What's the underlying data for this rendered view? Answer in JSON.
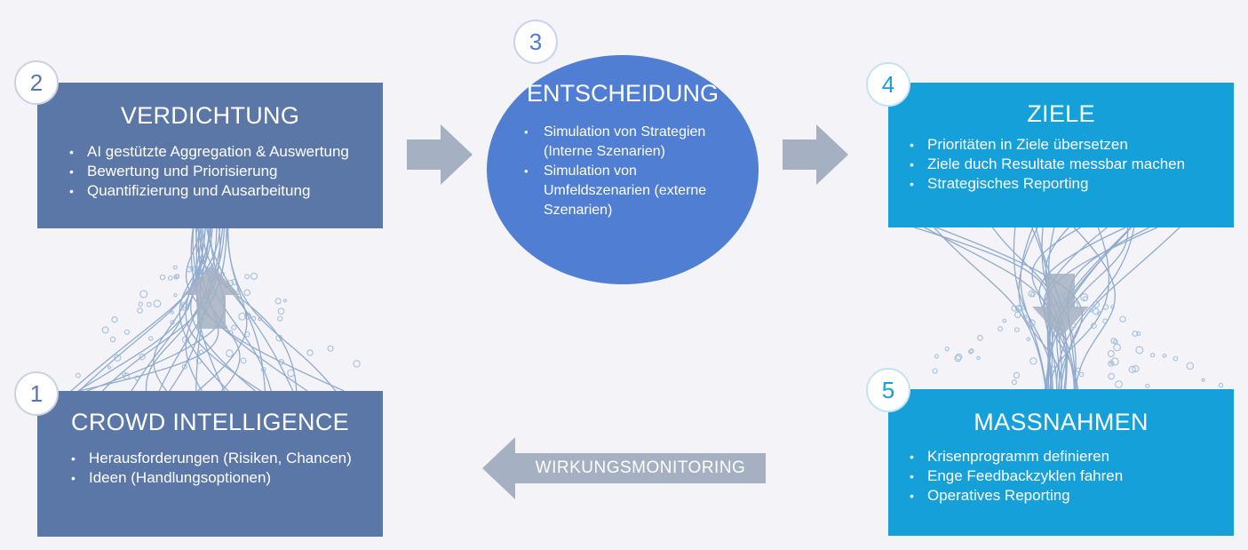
{
  "steps": [
    {
      "number": "1",
      "title": "CROWD INTELLIGENCE",
      "items": [
        "Herausforderungen (Risiken, Chancen)",
        "Ideen (Handlungsoptionen)"
      ]
    },
    {
      "number": "2",
      "title": "VERDICHTUNG",
      "items": [
        "AI gestützte Aggregation & Auswertung",
        "Bewertung und Priorisierung",
        "Quantifizierung und Ausarbeitung"
      ]
    },
    {
      "number": "3",
      "title": "ENTSCHEIDUNG",
      "items": [
        "Simulation von Strategien (Interne Szenarien)",
        "Simulation von Umfeldszenarien (externe Szenarien)"
      ]
    },
    {
      "number": "4",
      "title": "ZIELE",
      "items": [
        "Prioritäten in Ziele übersetzen",
        "Ziele duch Resultate messbar machen",
        "Strategisches Reporting"
      ]
    },
    {
      "number": "5",
      "title": "MASSNAHMEN",
      "items": [
        "Krisenprogramm definieren",
        "Enge Feedbackzyklen fahren",
        "Operatives Reporting"
      ]
    }
  ],
  "feedback_arrow_label": "WIRKUNGSMONITORING",
  "colors": {
    "slate": "#5b77a8",
    "cyan": "#16a0da",
    "circle": "#4f7ed2",
    "arrow": "#a5b0c2",
    "background": "#f4f3f8"
  }
}
